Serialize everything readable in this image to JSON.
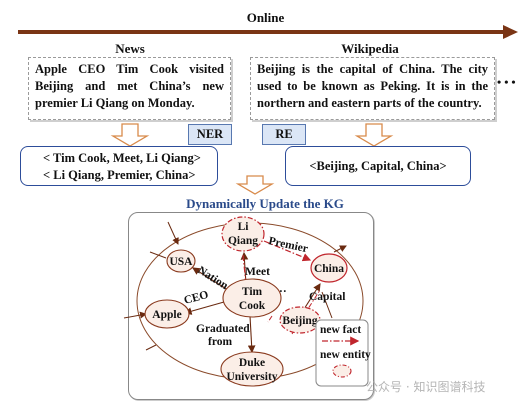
{
  "timeline": {
    "label": "Online"
  },
  "news": {
    "label": "News",
    "text": "Apple CEO Tim Cook visited Beijing and met China’s new premier Li Qiang on Monday."
  },
  "wikipedia": {
    "label": "Wikipedia",
    "text": "Beijing is the capital of China. The city used to be known as Peking. It is in the northern and eastern parts of the country.",
    "more": "• • •"
  },
  "tags": {
    "ner": "NER",
    "re": "RE"
  },
  "ner_output": [
    "< Tim Cook, Meet, Li Qiang>",
    "< Li Qiang, Premier, China>"
  ],
  "re_output": "<Beijing, Capital, China>",
  "kg": {
    "title": "Dynamically Update the KG",
    "nodes": {
      "li_qiang": [
        "Li",
        "Qiang"
      ],
      "usa": "USA",
      "china": "China",
      "tim_cook": [
        "Tim",
        "Cook"
      ],
      "apple": "Apple",
      "beijing": "Beijing",
      "duke": [
        "Duke",
        "University"
      ]
    },
    "edges": {
      "premier": "Premier",
      "nation": "Nation",
      "meet": "Meet",
      "ceo": "CEO",
      "capital": "Capital",
      "graduated": [
        "Graduated",
        "from"
      ]
    },
    "legend": {
      "new_fact": "new fact",
      "new_entity": "new entity"
    },
    "colors": {
      "new": "#c0262d",
      "node_fill": "#fbeee7",
      "node_stroke": "#8a3a1e",
      "edge": "#6a2a10"
    }
  },
  "watermark": "公众号 · 知识图谱科技"
}
